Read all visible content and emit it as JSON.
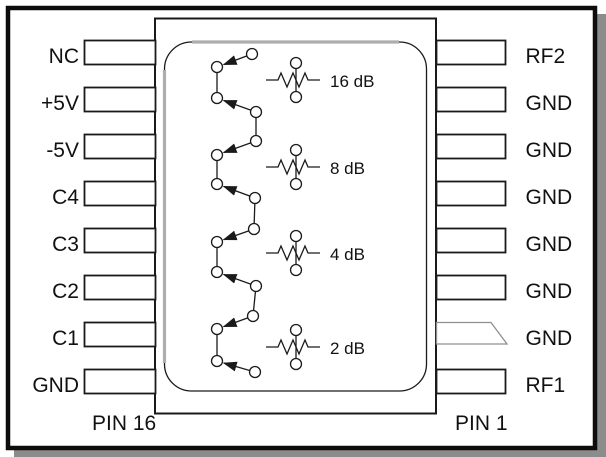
{
  "diagram": {
    "pins": {
      "left": [
        "NC",
        "+5V",
        "-5V",
        "C4",
        "C3",
        "C2",
        "C1",
        "GND"
      ],
      "right": [
        "RF2",
        "GND",
        "GND",
        "GND",
        "GND",
        "GND",
        "GND",
        "RF1"
      ]
    },
    "footer": {
      "left": "PIN 16",
      "right": "PIN 1"
    },
    "stages": [
      "16 dB",
      "8 dB",
      "4 dB",
      "2 dB"
    ],
    "colors": {
      "line": "#1a1a1a",
      "inner_outline_gray": "#adadad",
      "frame_shadow": "#8c8c8c",
      "trapezoid_pin_gray": "#8f8f8f",
      "background": "#ffffff"
    }
  }
}
